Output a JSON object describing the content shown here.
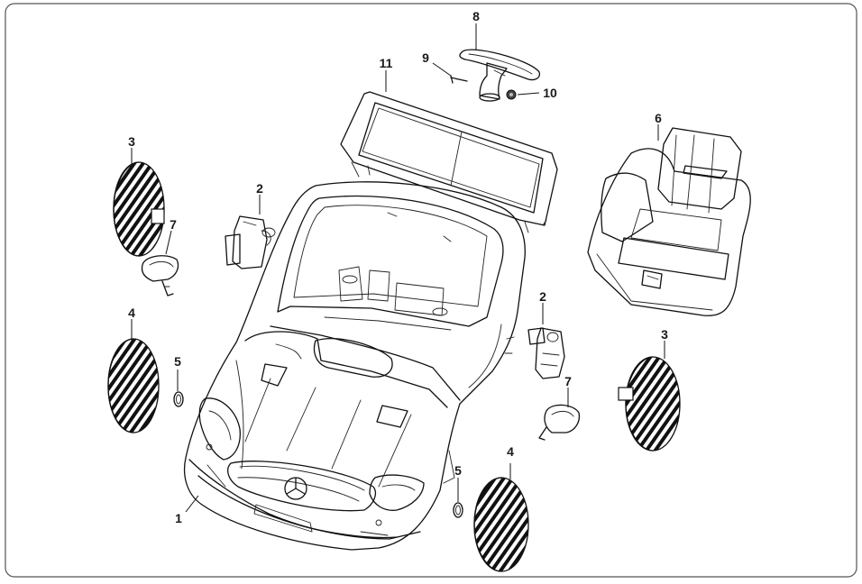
{
  "callouts": {
    "c1": "1",
    "c2a": "2",
    "c2b": "2",
    "c3a": "3",
    "c3b": "3",
    "c4a": "4",
    "c4b": "4",
    "c5a": "5",
    "c5b": "5",
    "c6": "6",
    "c7a": "7",
    "c7b": "7",
    "c8": "8",
    "c9": "9",
    "c10": "10",
    "c11": "11"
  },
  "colors": {
    "line": "#111111",
    "frame": "#555555",
    "background": "#ffffff"
  }
}
